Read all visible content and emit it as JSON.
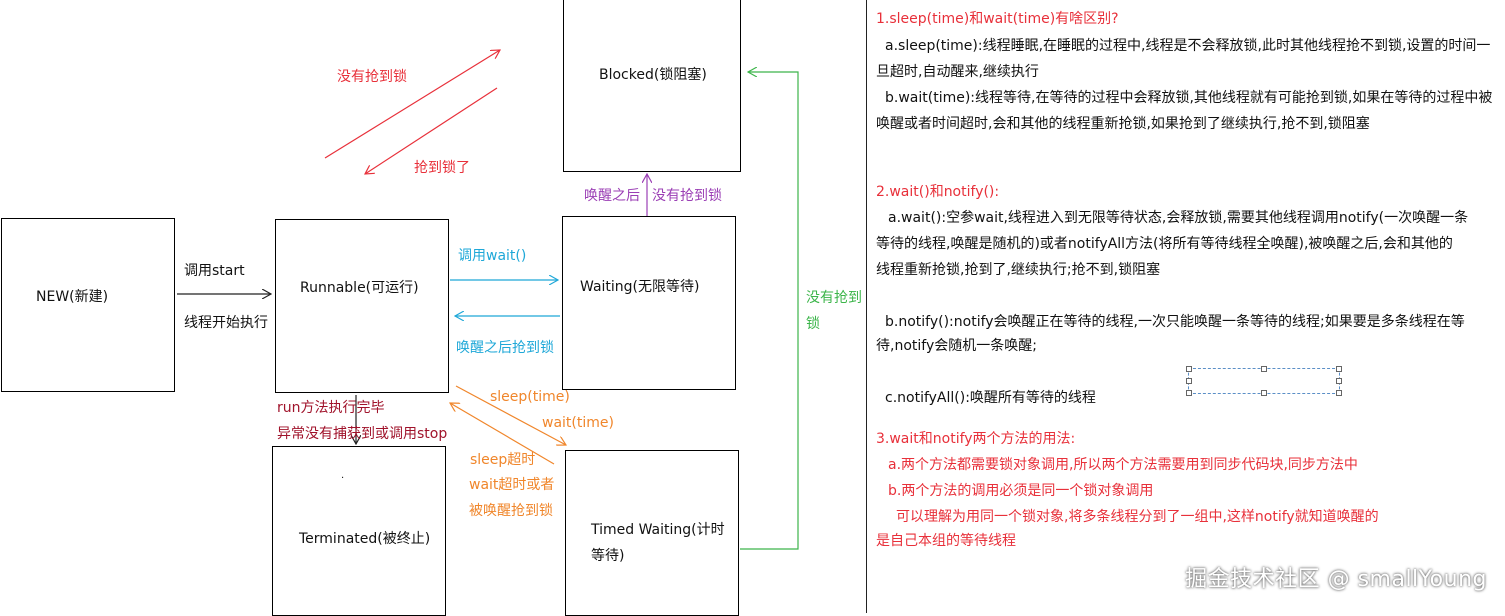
{
  "colors": {
    "red": "#e8303a",
    "purple": "#9b3fb5",
    "cyan": "#1fa8d8",
    "orange": "#f0862b",
    "green": "#3cb54a",
    "darkred": "#a0122a",
    "black": "#111111"
  },
  "states": {
    "new": "NEW(新建)",
    "runnable": "Runnable(可运行)",
    "blocked": "Blocked(锁阻塞)",
    "waiting": "Waiting(无限等待)",
    "terminated": "Terminated(被终止)",
    "timed_waiting_l1": "Timed Waiting(计时",
    "timed_waiting_l2": "等待)",
    "terminated_dot": "."
  },
  "transitions": {
    "call_start": "调用start",
    "thread_start": "线程开始执行",
    "no_lock": "没有抢到锁",
    "got_lock": "抢到锁了",
    "call_wait": "调用wait()",
    "wake_get_lock": "唤醒之后抢到锁",
    "after_wake": "唤醒之后",
    "no_lock_2": "没有抢到锁",
    "run_done": "run方法执行完毕",
    "exception": "异常没有捕获到或调用stop",
    "sleep_time": "sleep(time)",
    "wait_time": "wait(time)",
    "sleep_timeout": "sleep超时",
    "wait_timeout": "wait超时或者",
    "woken_lock": "被唤醒抢到锁",
    "no_lock_green_1": "没有抢到",
    "no_lock_green_2": "锁"
  },
  "notes": {
    "q1_title": "1.sleep(time)和wait(time)有啥区别?",
    "q1_a1": "a.sleep(time):线程睡眠,在睡眠的过程中,线程是不会释放锁,此时其他线程抢不到锁,设置的时间一",
    "q1_a2": "旦超时,自动醒来,继续执行",
    "q1_b1": "b.wait(time):线程等待,在等待的过程中会释放锁,其他线程就有可能抢到锁,如果在等待的过程中被",
    "q1_b2": "唤醒或者时间超时,会和其他的线程重新抢锁,如果抢到了继续执行,抢不到,锁阻塞",
    "q2_title": "2.wait()和notify():",
    "q2_a1": "a.wait():空参wait,线程进入到无限等待状态,会释放锁,需要其他线程调用notify(一次唤醒一条",
    "q2_a2": "等待的线程,唤醒是随机的)或者notifyAll方法(将所有等待线程全唤醒),被唤醒之后,会和其他的",
    "q2_a3": "线程重新抢锁,抢到了,继续执行;抢不到,锁阻塞",
    "q2_b1": "b.notify():notify会唤醒正在等待的线程,一次只能唤醒一条等待的线程;如果要是多条线程在等",
    "q2_b2": "待,notify会随机一条唤醒;",
    "q2_c": "c.notifyAll():唤醒所有等待的线程",
    "q3_title": "3.wait和notify两个方法的用法:",
    "q3_a": "a.两个方法都需要锁对象调用,所以两个方法需要用到同步代码块,同步方法中",
    "q3_b": "b.两个方法的调用必须是同一个锁对象调用",
    "q3_c1": "可以理解为用同一个锁对象,将多条线程分到了一组中,这样notify就知道唤醒的",
    "q3_c2": "是自己本组的等待线程"
  },
  "watermark": "掘金技术社区 @ smallYoung"
}
